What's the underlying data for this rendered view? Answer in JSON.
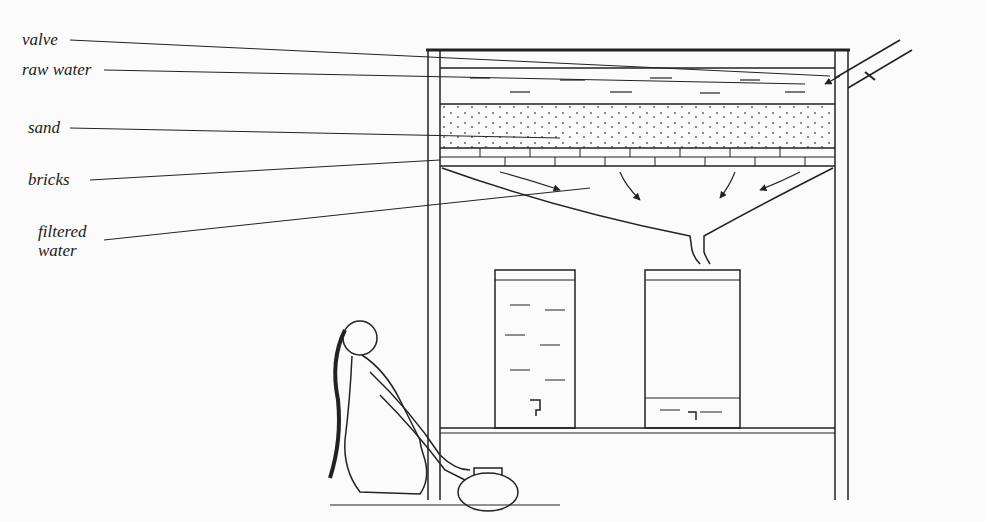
{
  "diagram": {
    "labels": [
      "valve",
      "raw water",
      "sand",
      "bricks",
      "filtered water"
    ]
  }
}
